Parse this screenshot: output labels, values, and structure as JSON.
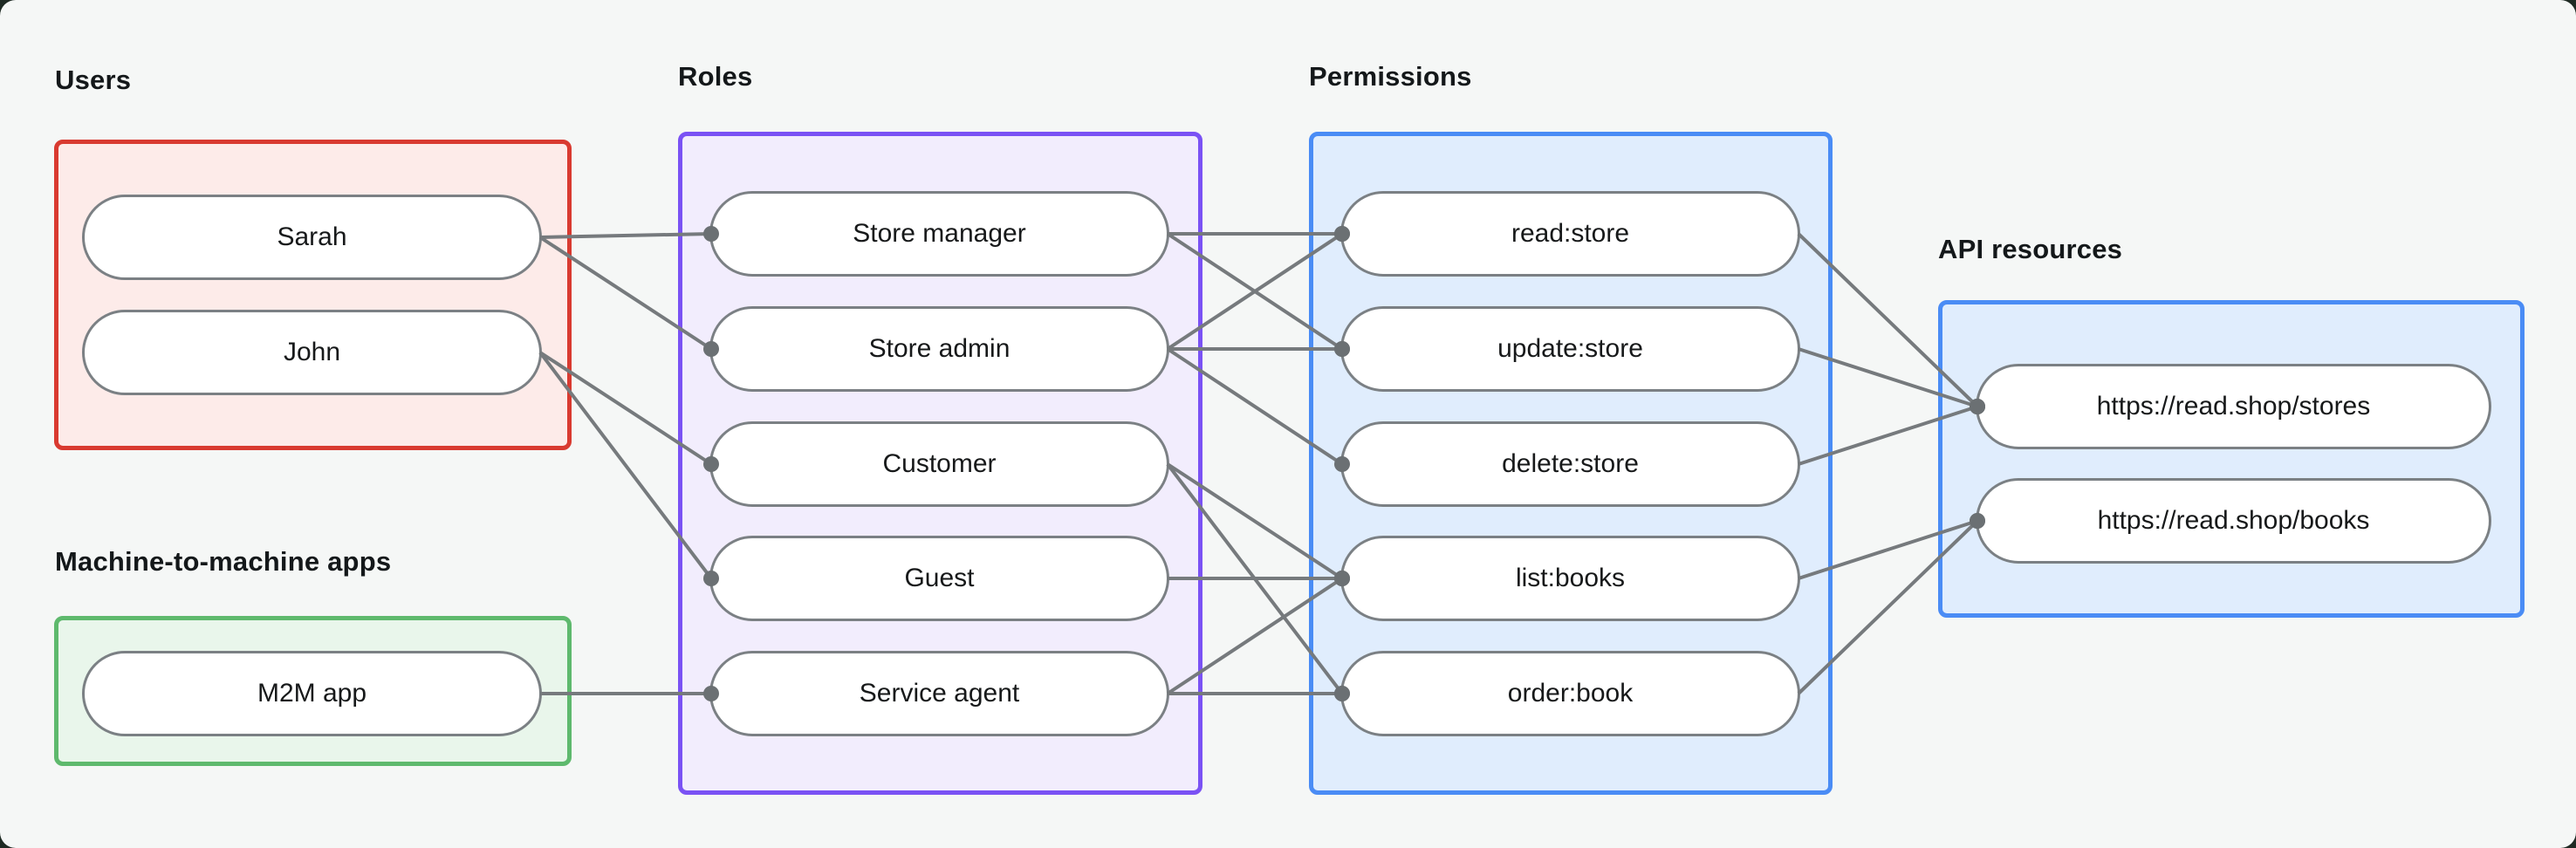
{
  "page": {
    "background_color": "#1e2a23",
    "canvas_color": "#f5f7f6"
  },
  "style": {
    "line_color": "#767a7d",
    "dot_color": "#6b7073",
    "line_width": 4,
    "dot_radius": 9,
    "node_border_color": "#7b8084",
    "node_fill_color": "#ffffff",
    "text_color": "#17191a"
  },
  "groups": {
    "users": {
      "label": "Users",
      "border_color": "#d93a30",
      "fill_color": "#fdebe9",
      "nodes": [
        {
          "id": "sarah",
          "label": "Sarah"
        },
        {
          "id": "john",
          "label": "John"
        }
      ]
    },
    "m2m": {
      "label": "Machine-to-machine apps",
      "border_color": "#5eb96d",
      "fill_color": "#e9f6eb",
      "nodes": [
        {
          "id": "m2m-app",
          "label": "M2M app"
        }
      ]
    },
    "roles": {
      "label": "Roles",
      "border_color": "#7a52f4",
      "fill_color": "#f2edfd",
      "nodes": [
        {
          "id": "store-manager",
          "label": "Store manager"
        },
        {
          "id": "store-admin",
          "label": "Store admin"
        },
        {
          "id": "customer",
          "label": "Customer"
        },
        {
          "id": "guest",
          "label": "Guest"
        },
        {
          "id": "service-agent",
          "label": "Service agent"
        }
      ]
    },
    "permissions": {
      "label": "Permissions",
      "border_color": "#4a8cf5",
      "fill_color": "#e0edfd",
      "nodes": [
        {
          "id": "read-store",
          "label": "read:store"
        },
        {
          "id": "update-store",
          "label": "update:store"
        },
        {
          "id": "delete-store",
          "label": "delete:store"
        },
        {
          "id": "list-books",
          "label": "list:books"
        },
        {
          "id": "order-book",
          "label": "order:book"
        }
      ]
    },
    "api": {
      "label": "API resources",
      "border_color": "#4a8cf5",
      "fill_color": "#e0edfd",
      "nodes": [
        {
          "id": "api-stores",
          "label": "https://read.shop/stores"
        },
        {
          "id": "api-books",
          "label": "https://read.shop/books"
        }
      ]
    }
  },
  "edges": [
    {
      "from": "sarah",
      "to": "store-manager"
    },
    {
      "from": "sarah",
      "to": "store-admin"
    },
    {
      "from": "john",
      "to": "customer"
    },
    {
      "from": "john",
      "to": "guest"
    },
    {
      "from": "m2m-app",
      "to": "service-agent"
    },
    {
      "from": "store-manager",
      "to": "read-store"
    },
    {
      "from": "store-manager",
      "to": "update-store"
    },
    {
      "from": "store-admin",
      "to": "read-store"
    },
    {
      "from": "store-admin",
      "to": "update-store"
    },
    {
      "from": "store-admin",
      "to": "delete-store"
    },
    {
      "from": "customer",
      "to": "list-books"
    },
    {
      "from": "customer",
      "to": "order-book"
    },
    {
      "from": "guest",
      "to": "list-books"
    },
    {
      "from": "service-agent",
      "to": "list-books"
    },
    {
      "from": "service-agent",
      "to": "order-book"
    },
    {
      "from": "read-store",
      "to": "api-stores"
    },
    {
      "from": "update-store",
      "to": "api-stores"
    },
    {
      "from": "delete-store",
      "to": "api-stores"
    },
    {
      "from": "list-books",
      "to": "api-books"
    },
    {
      "from": "order-book",
      "to": "api-books"
    }
  ]
}
